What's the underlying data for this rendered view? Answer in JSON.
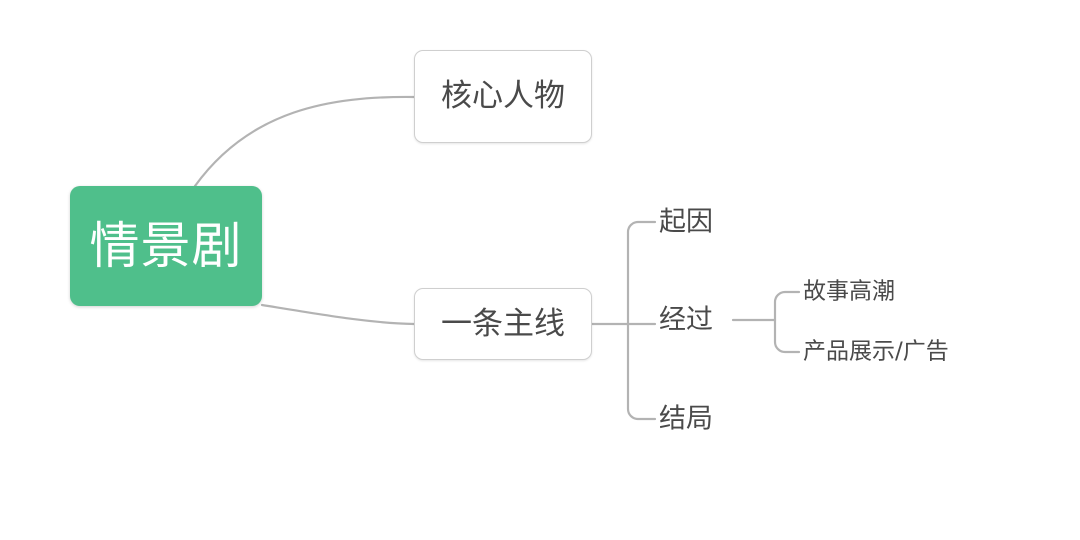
{
  "diagram": {
    "type": "mind-map",
    "title": "情景剧",
    "orientation": "left-to-right",
    "background_color": "#ffffff",
    "accent_color": "#4fbf8b",
    "line_color": "#b3b3b3",
    "text_color": "#4a4a4a",
    "root": {
      "label": "情景剧",
      "level": 0,
      "shape": "rounded-rect",
      "fill": "#4fbf8b",
      "text_color": "#ffffff"
    },
    "branches": [
      {
        "label": "核心人物",
        "level": 1,
        "shape": "rounded-rect",
        "fill": "#ffffff",
        "children": []
      },
      {
        "label": "一条主线",
        "level": 1,
        "shape": "rounded-rect",
        "fill": "#ffffff",
        "children": [
          {
            "label": "起因",
            "level": 2,
            "shape": "text",
            "children": []
          },
          {
            "label": "经过",
            "level": 2,
            "shape": "text",
            "children": [
              {
                "label": "故事高潮",
                "level": 3,
                "shape": "text"
              },
              {
                "label": "产品展示/广告",
                "level": 3,
                "shape": "text"
              }
            ]
          },
          {
            "label": "结局",
            "level": 2,
            "shape": "text",
            "children": []
          }
        ]
      }
    ]
  }
}
